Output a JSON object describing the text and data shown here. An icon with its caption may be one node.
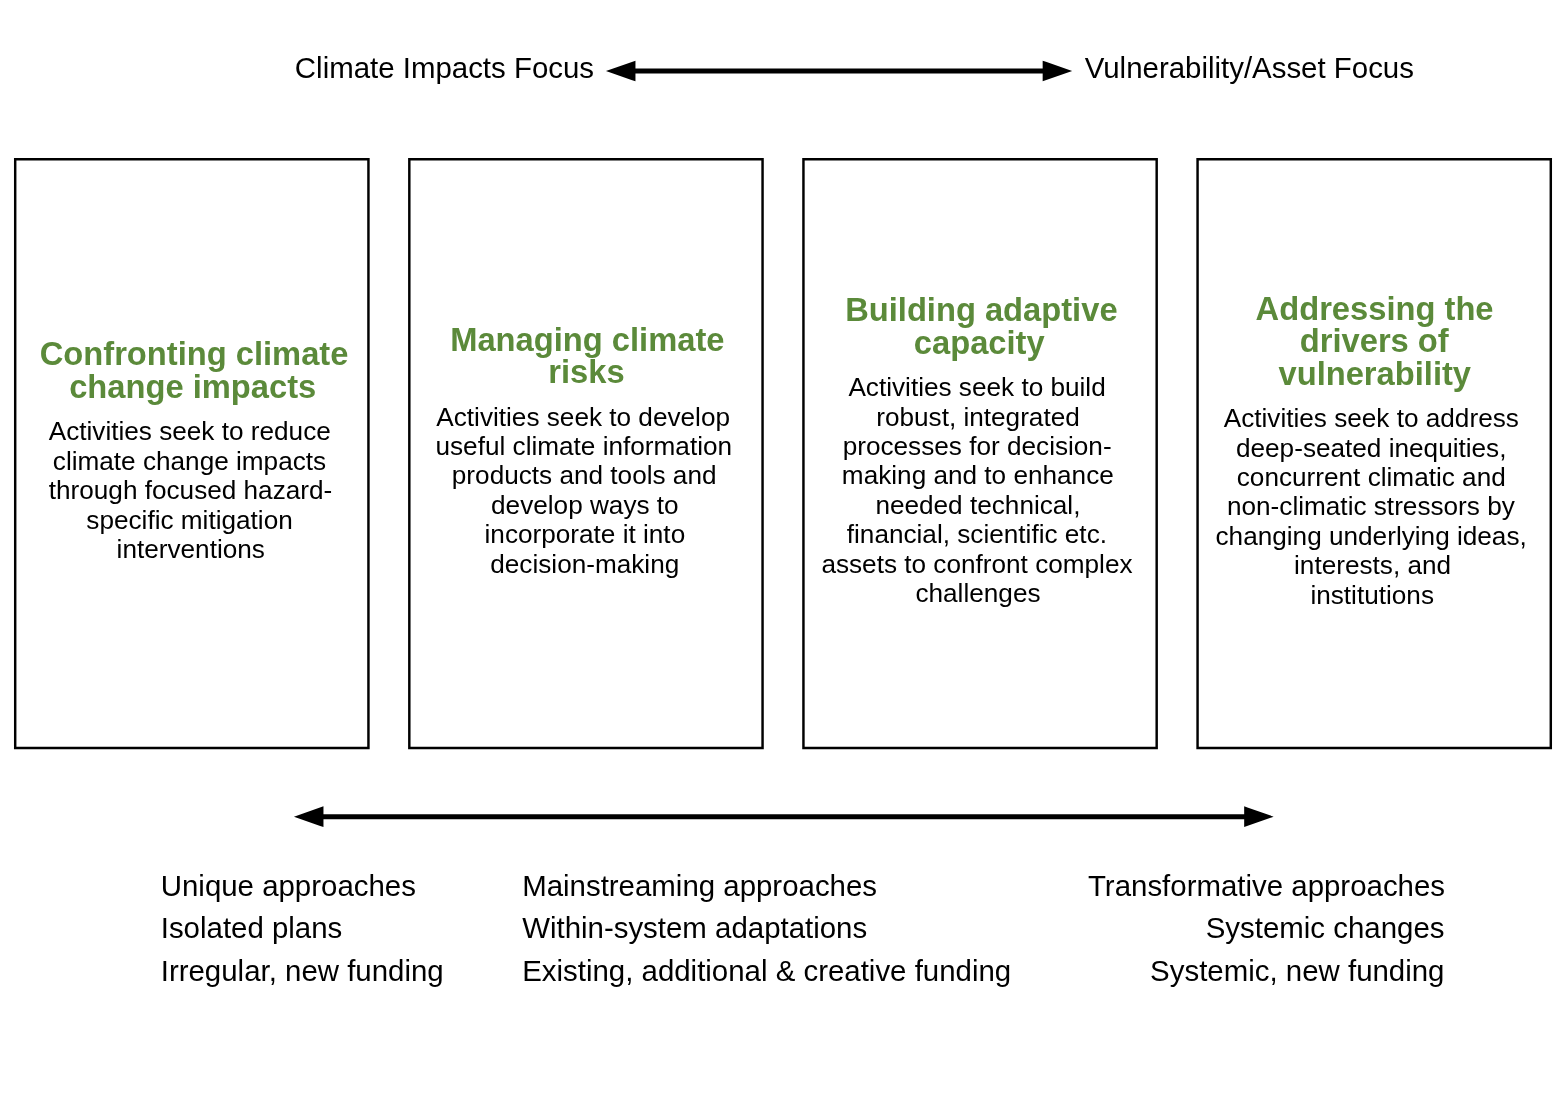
{
  "diagram": {
    "nodes": [
      {
        "text": [
          "Climate Impacts Focus"
        ]
      },
      {
        "text": [
          "Vulnerability/Asset Focus"
        ]
      },
      {
        "text": [
          "Confronting climate change impacts",
          "Activities seek to reduce climate change impacts through focused hazard-specific mitigation interventions"
        ]
      },
      {
        "text": [
          "Managing climate risks",
          "Activities seek to develop useful climate information products and tools and develop ways to incorporate it into decision-making"
        ]
      },
      {
        "text": [
          "Building adaptive capacity",
          "Activities seek to build robust, integrated processes for decision-making and to enhance needed technical, financial, scientific etc. assets to confront complex challenges"
        ]
      },
      {
        "text": [
          "Addressing the drivers of vulnerability",
          "Activities seek to address deep-seated inequities, concurrent climatic and non-climatic stressors by changing underlying ideas, interests, and institutions"
        ]
      },
      {
        "text": [
          "Unique approaches",
          "Isolated plans",
          "Irregular, new funding"
        ]
      },
      {
        "text": [
          "Transformative approaches",
          "Systemic changes",
          "Systemic, new funding"
        ]
      }
    ],
    "edges": [
      {
        "from": 0,
        "to": 1,
        "arrow": "both"
      },
      {
        "from": 6,
        "to": 7,
        "arrow": "both"
      }
    ],
    "labels": [
      "Mainstreaming approaches",
      "Within-system adaptations",
      "Existing, additional & creative funding"
    ]
  }
}
